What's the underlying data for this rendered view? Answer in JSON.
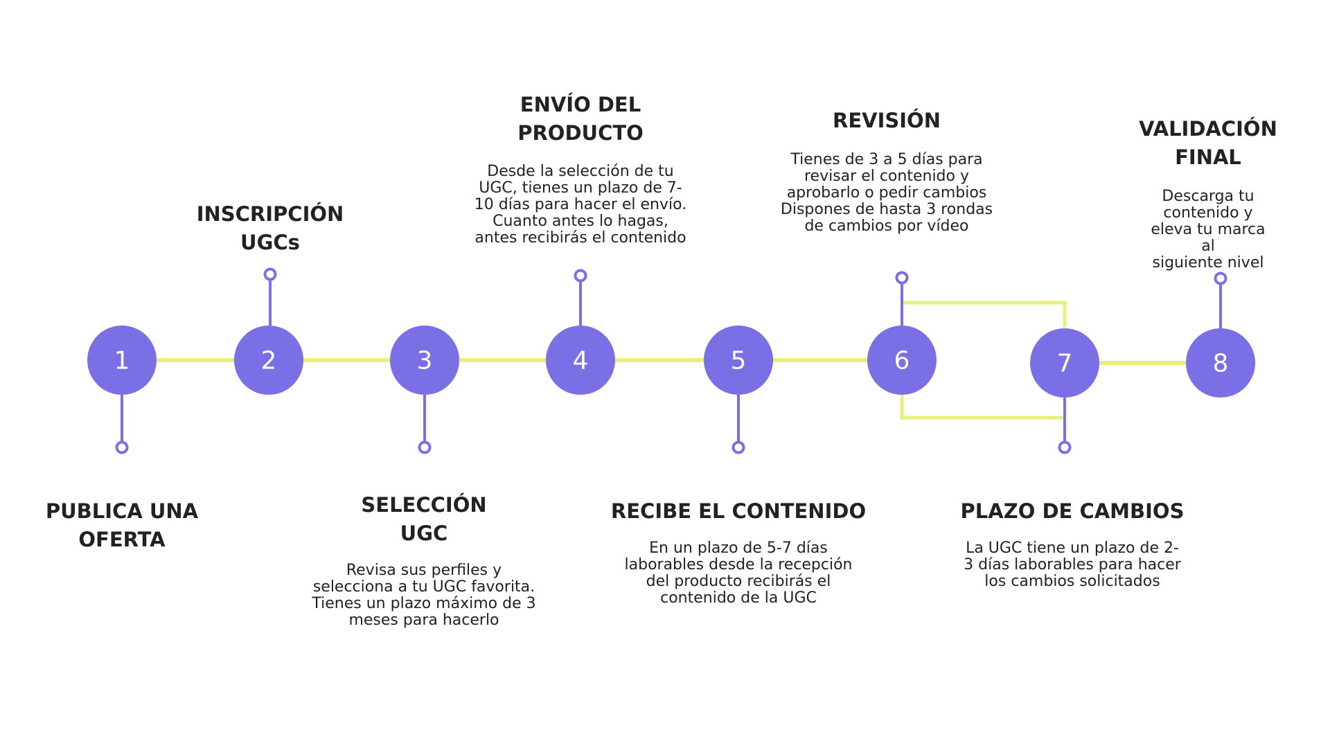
{
  "colors": {
    "node": "#7B6FE6",
    "connector": "#E9F07A",
    "text": "#222222",
    "background": "#FFFFFF"
  },
  "steps": [
    {
      "number": "1",
      "title": "PUBLICA UNA\nOFERTA",
      "description": ""
    },
    {
      "number": "2",
      "title": "INSCRIPCIÓN\nUGCs",
      "description": ""
    },
    {
      "number": "3",
      "title": "SELECCIÓN\nUGC",
      "description": "Revisa sus perfiles y\nselecciona a tu UGC favorita.\nTienes un plazo máximo de 3\nmeses para hacerlo"
    },
    {
      "number": "4",
      "title": "ENVÍO DEL\nPRODUCTO",
      "description": "Desde la selección de tu\nUGC, tienes un plazo de 7-\n10 días para hacer el envío.\nCuanto antes lo hagas,\nantes recibirás el contenido"
    },
    {
      "number": "5",
      "title": "RECIBE EL CONTENIDO",
      "description": "En un plazo de 5-7 días\nlaborables desde la recepción\ndel producto recibirás el\ncontenido de la UGC"
    },
    {
      "number": "6",
      "title": "REVISIÓN",
      "description": "Tienes de 3 a 5 días para\nrevisar el contenido y\naprobarlo o pedir cambios\nDispones de hasta 3 rondas\nde cambios por vídeo"
    },
    {
      "number": "7",
      "title": "PLAZO DE CAMBIOS",
      "description": "La UGC tiene un plazo de 2-\n3 días laborables para hacer\nlos cambios solicitados"
    },
    {
      "number": "8",
      "title": "VALIDACIÓN\nFINAL",
      "description": "Descarga tu contenido y\neleva tu marca al\nsiguiente nivel"
    }
  ]
}
